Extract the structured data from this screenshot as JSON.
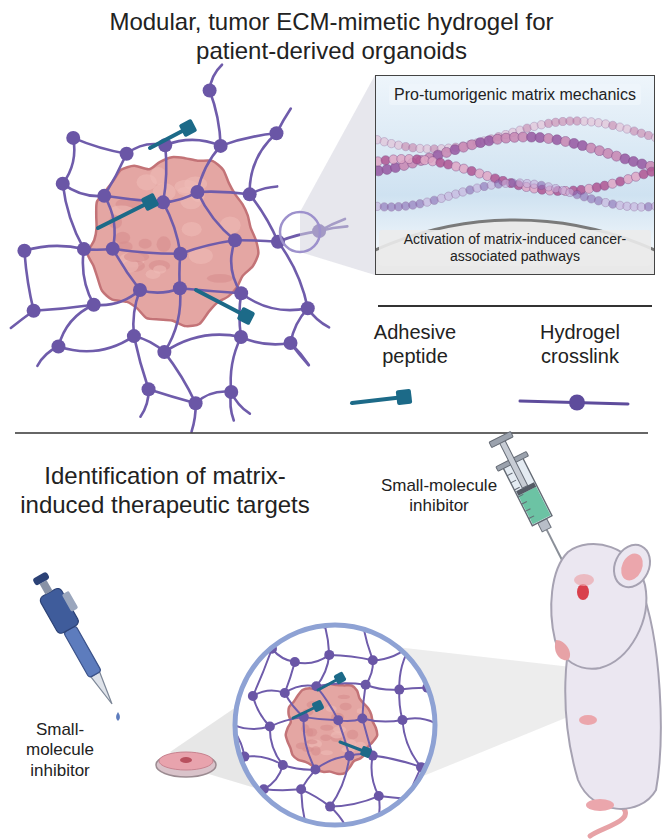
{
  "diagram": {
    "title": "Modular, tumor ECM-mimetic hydrogel for patient-derived organoids",
    "nodes": [
      {
        "text": [
          "Pro-tumorigenic matrix mechanics",
          "Activation of matrix-induced cancer-associated pathways"
        ]
      }
    ],
    "labels": [
      "Identification of matrix-induced therapeutic targets",
      "Small-molecule inhibitor",
      "Small-molecule inhibitor"
    ],
    "legend": [
      {
        "text": "Adhesive peptide"
      },
      {
        "text": "Hydrogel crosslink"
      }
    ]
  }
}
